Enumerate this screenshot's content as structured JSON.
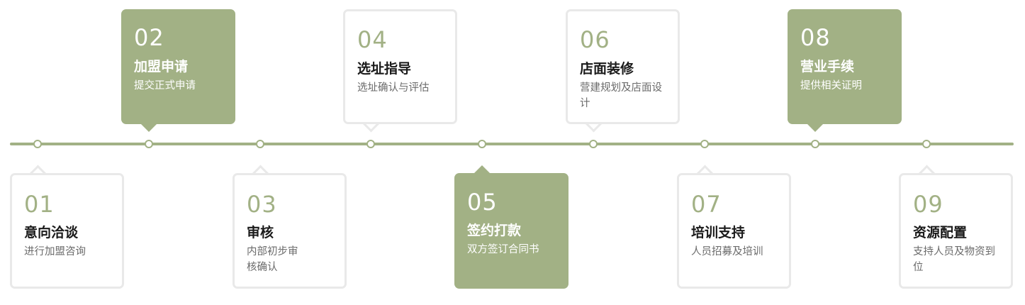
{
  "colors": {
    "accent": "#a2b185",
    "card_border": "#e9e9e9",
    "title_dark": "#1a1a1a",
    "desc_gray": "#6b6b6b"
  },
  "steps": [
    {
      "num": "01",
      "title": "意向洽谈",
      "desc": "进行加盟咨询"
    },
    {
      "num": "02",
      "title": "加盟申请",
      "desc": "提交正式申请"
    },
    {
      "num": "03",
      "title": "审核",
      "desc": "内部初步审核确认"
    },
    {
      "num": "04",
      "title": "选址指导",
      "desc": "选址确认与评估"
    },
    {
      "num": "05",
      "title": "签约打款",
      "desc": "双方签订合同书"
    },
    {
      "num": "06",
      "title": "店面装修",
      "desc": "营建规划及店面设计"
    },
    {
      "num": "07",
      "title": "培训支持",
      "desc": "人员招募及培训"
    },
    {
      "num": "08",
      "title": "营业手续",
      "desc": "提供相关证明"
    },
    {
      "num": "09",
      "title": "资源配置",
      "desc": "支持人员及物资到位"
    }
  ]
}
